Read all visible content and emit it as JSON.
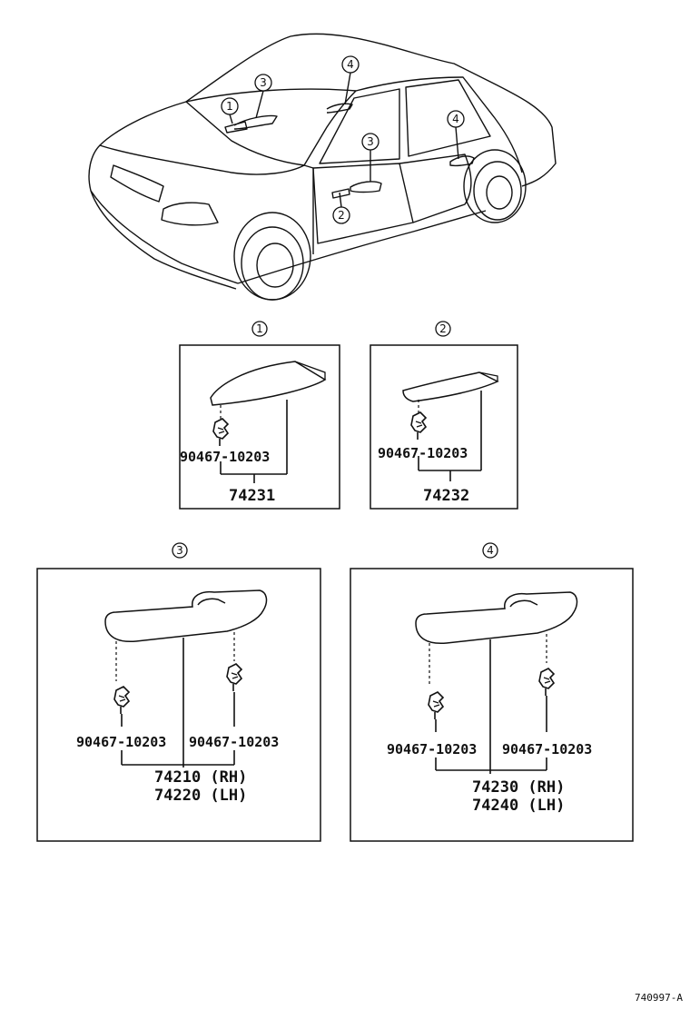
{
  "car_callouts": [
    "4",
    "3",
    "1",
    "4",
    "3",
    "2"
  ],
  "panels": [
    {
      "number": "1",
      "clip_part": "90467-10203",
      "assembly_part": "74231"
    },
    {
      "number": "2",
      "clip_part": "90467-10203",
      "assembly_part": "74232"
    },
    {
      "number": "3",
      "clip_part_left": "90467-10203",
      "clip_part_right": "90467-10203",
      "assembly_rh": "74210 (RH)",
      "assembly_lh": "74220 (LH)"
    },
    {
      "number": "4",
      "clip_part_left": "90467-10203",
      "clip_part_right": "90467-10203",
      "assembly_rh": "74230 (RH)",
      "assembly_lh": "74240 (LH)"
    }
  ],
  "figure_code": "740997-A"
}
